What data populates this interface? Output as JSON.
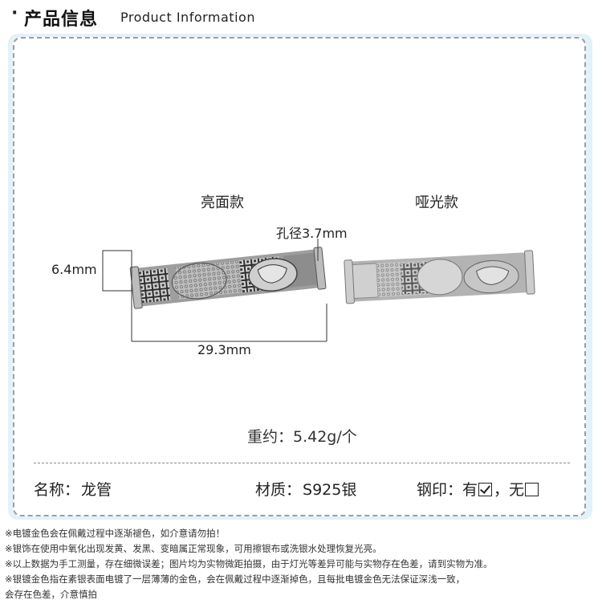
{
  "header": {
    "bullet": "·",
    "title_cn": "产品信息",
    "title_en": "Product Information"
  },
  "variants": {
    "glossy_label": "亮面款",
    "matte_label": "哑光款"
  },
  "dimensions": {
    "hole": "孔径3.7mm",
    "height": "6.4mm",
    "length": "29.3mm"
  },
  "weight": "重约：5.42g/个",
  "specs": {
    "name_label": "名称：",
    "name_value": "龙管",
    "material_label": "材质：",
    "material_value": "S925银",
    "stamp_label": "钢印：",
    "stamp_yes": "有",
    "stamp_sep": "，",
    "stamp_no": "无"
  },
  "notes": [
    "※电镀金色会在佩戴过程中逐渐褪色，如介意请勿拍！",
    "※银饰在使用中氧化出现发黄、发黑、变暗属正常现象，可用擦银布或洗银水处理恢复光亮。",
    "※以上数据为手工测量，存在细微误差；图片均为实物微距拍摄，由于灯光等差异可能与实物存在色差，请到实物为准。",
    "※银镀金色指在素银表面电镀了一层薄薄的金色，会在佩戴过程中逐渐掉色，且每批电镀金色无法保证深浅一致，",
    "会存在色差，介意慎拍"
  ]
}
